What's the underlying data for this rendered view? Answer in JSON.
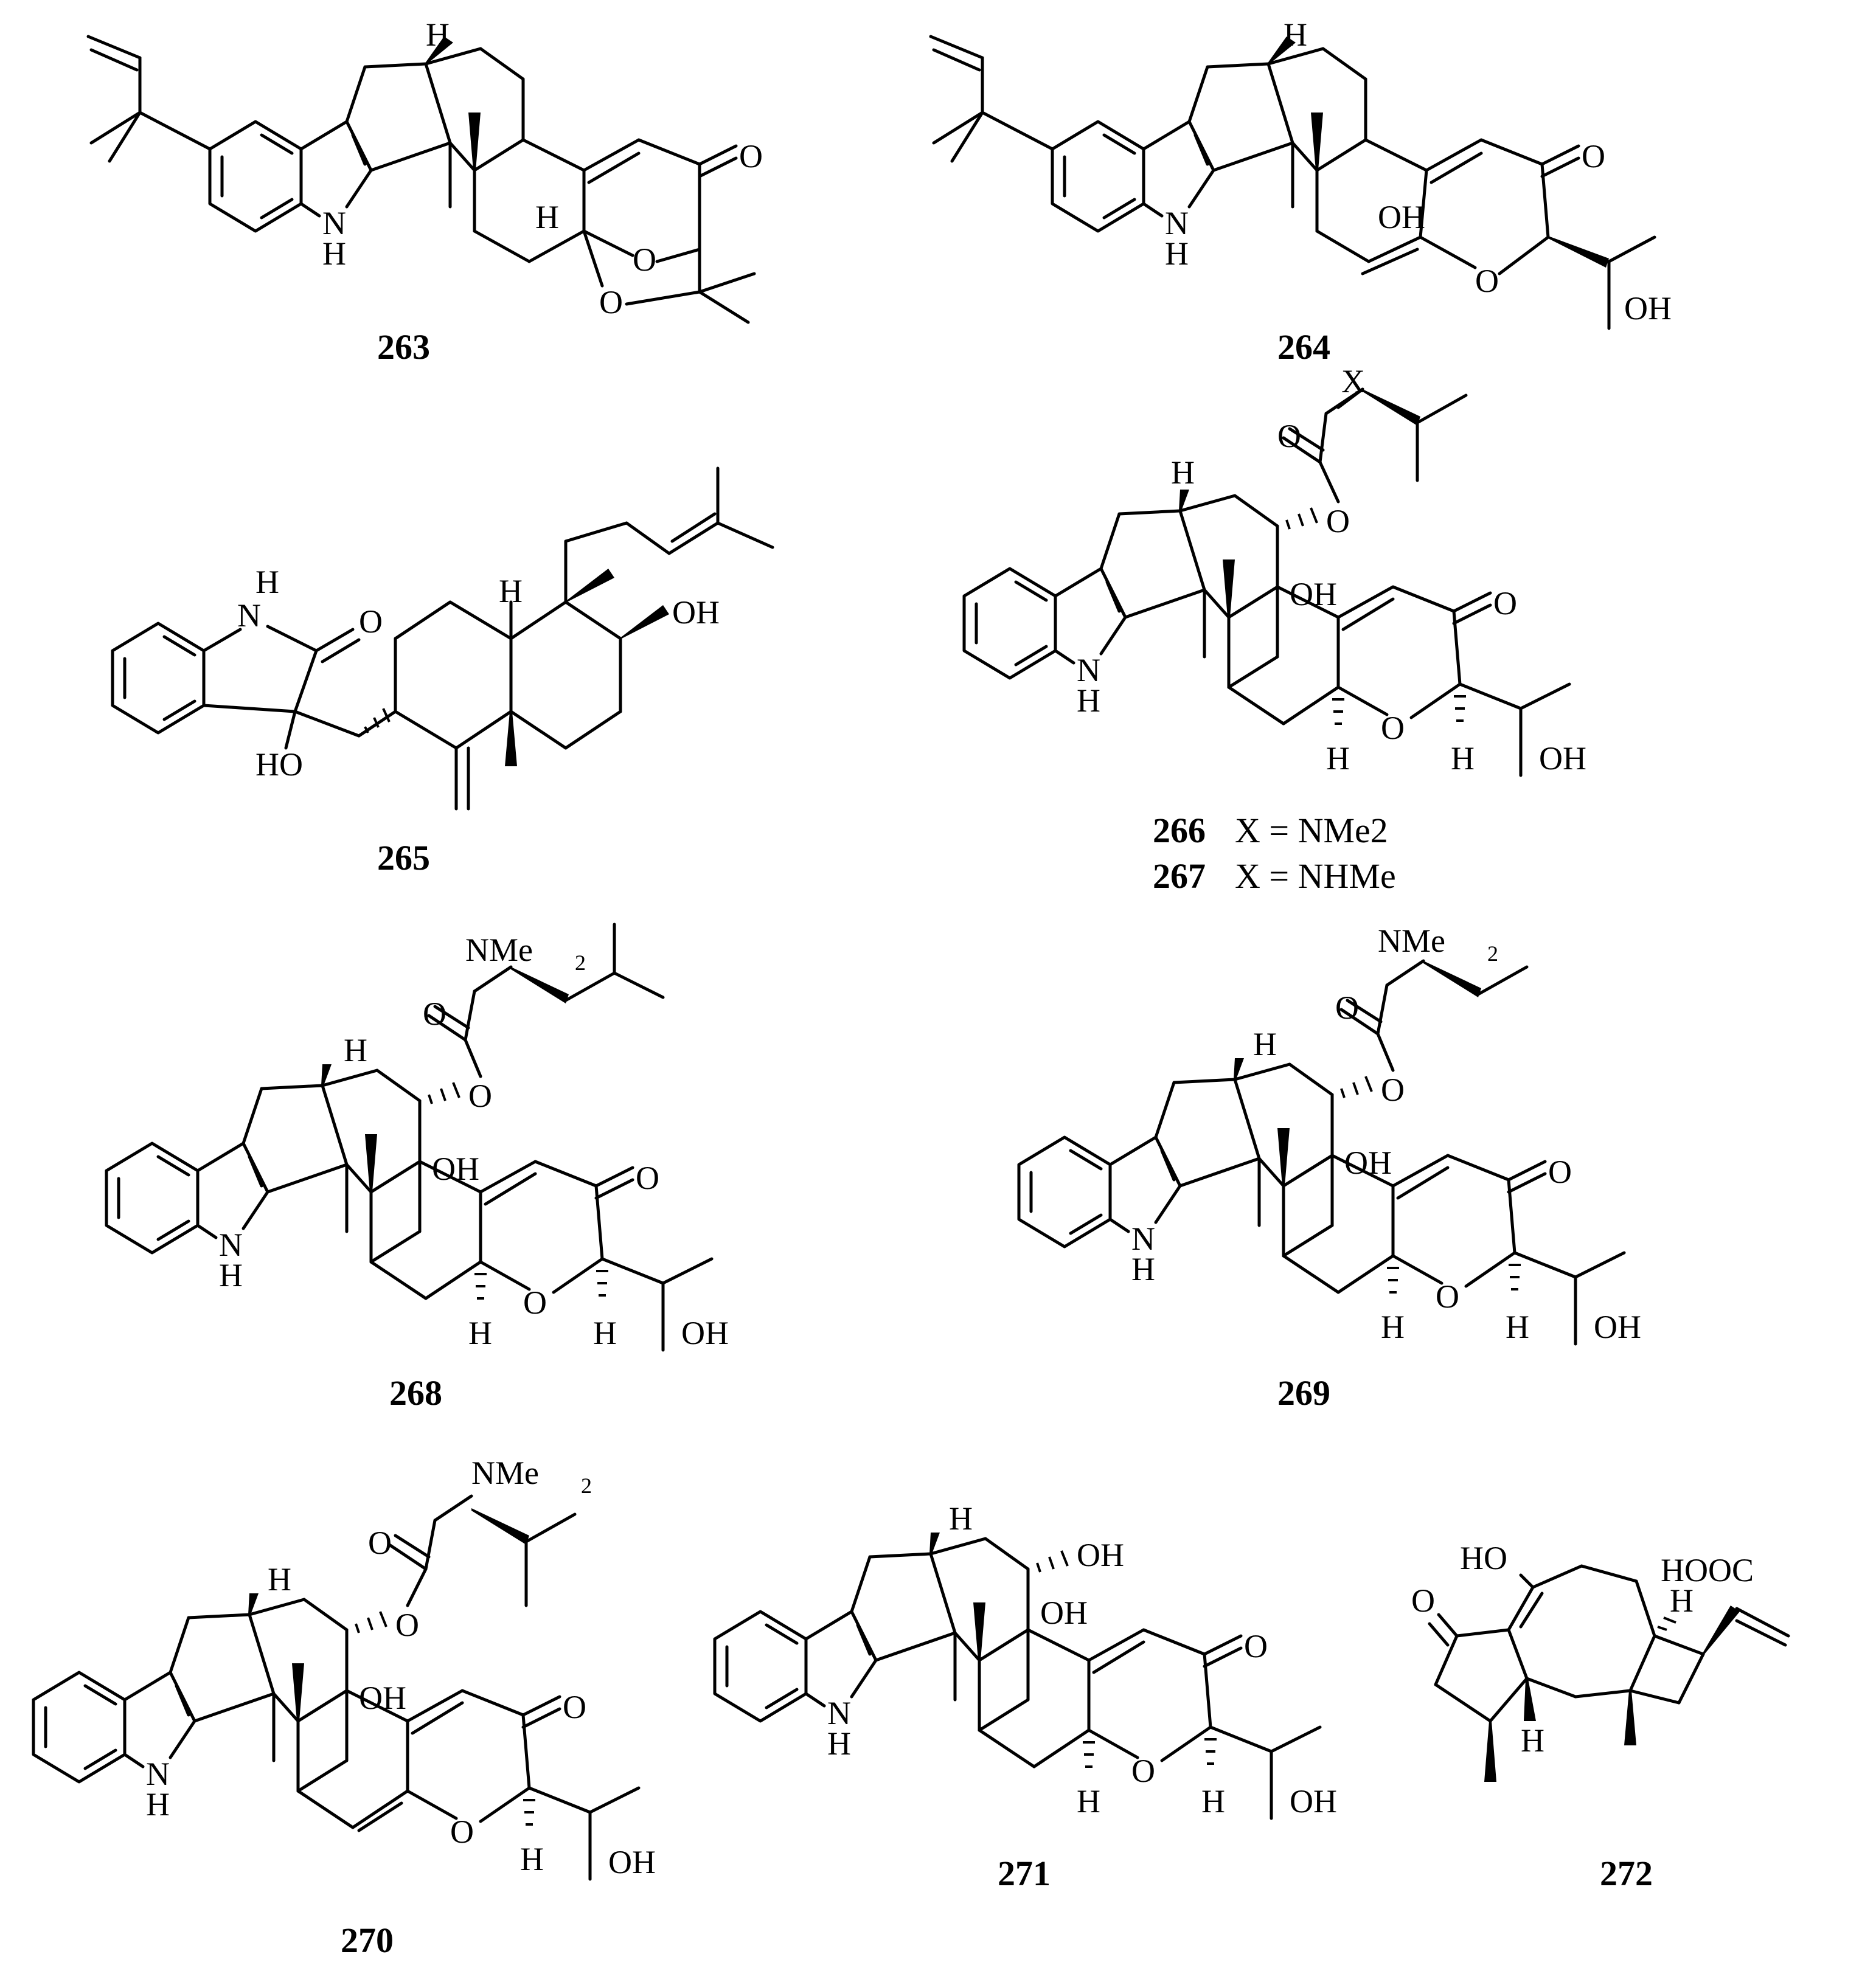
{
  "compounds": [
    {
      "id": "263"
    },
    {
      "id": "264"
    },
    {
      "id": "265"
    },
    {
      "id": "266",
      "variant": "X = NMe2"
    },
    {
      "id": "267",
      "variant": "X = NHMe"
    },
    {
      "id": "268"
    },
    {
      "id": "269"
    },
    {
      "id": "270"
    },
    {
      "id": "271"
    },
    {
      "id": "272"
    }
  ],
  "atoms": {
    "H": "H",
    "O": "O",
    "OH": "OH",
    "HO": "HO",
    "X": "X",
    "NMe": "NMe",
    "two": "2",
    "HOOC": "HOOC"
  }
}
